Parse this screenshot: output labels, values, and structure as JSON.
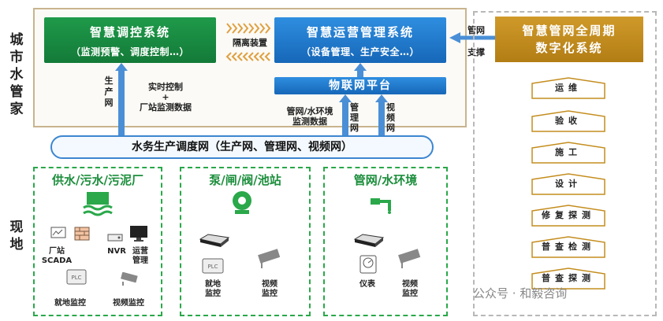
{
  "side_labels": {
    "city": "城市水管家",
    "field": "现地"
  },
  "control_system": {
    "title": "智慧调控系统",
    "subtitle": "（监测预警、调度控制…）"
  },
  "isolation": "隔离装置",
  "ops_system": {
    "title": "智慧运营管理系统",
    "subtitle": "（设备管理、生产安全…）"
  },
  "pipe_support": {
    "line1": "管网",
    "line2": "支撑"
  },
  "lifecycle": {
    "line1": "智慧管网全周期",
    "line2": "数字化系统"
  },
  "stages": [
    "运维",
    "验收",
    "施工",
    "设计",
    "修复探测",
    "普查检测",
    "普查探测"
  ],
  "production_net": "生产网",
  "realtime": {
    "line1": "实时控制",
    "line2": "+",
    "line3": "厂站监测数据"
  },
  "iot_platform": "物联网平台",
  "pipe_env_data": {
    "line1": "管网/水环境",
    "line2": "监测数据"
  },
  "mgmt_net": "管理网",
  "video_net": "视频网",
  "network_bar": "水务生产调度网（生产网、管理网、视频网）",
  "field_panels": [
    {
      "title": "供水/污水/污泥厂"
    },
    {
      "title": "泵/闸/阀/池站"
    },
    {
      "title": "管网/水环境"
    }
  ],
  "panel1": {
    "plant_scada": "厂站SCADA",
    "nvr": "NVR",
    "ops_mgmt": {
      "line1": "运营",
      "line2": "管理"
    },
    "local_monitor": "就地监控",
    "video_monitor": "视频监控"
  },
  "panel2": {
    "local": {
      "line1": "就地",
      "line2": "监控"
    },
    "video": {
      "line1": "视频",
      "line2": "监控"
    }
  },
  "panel3": {
    "meter": "仪表",
    "video": {
      "line1": "视频",
      "line2": "监控"
    }
  },
  "watermark": "公众号 · 和毅咨询",
  "colors": {
    "green": "#1f9a4a",
    "blue": "#1f78c8",
    "gold": "#c48d1e",
    "field_border": "#2aa84a"
  }
}
